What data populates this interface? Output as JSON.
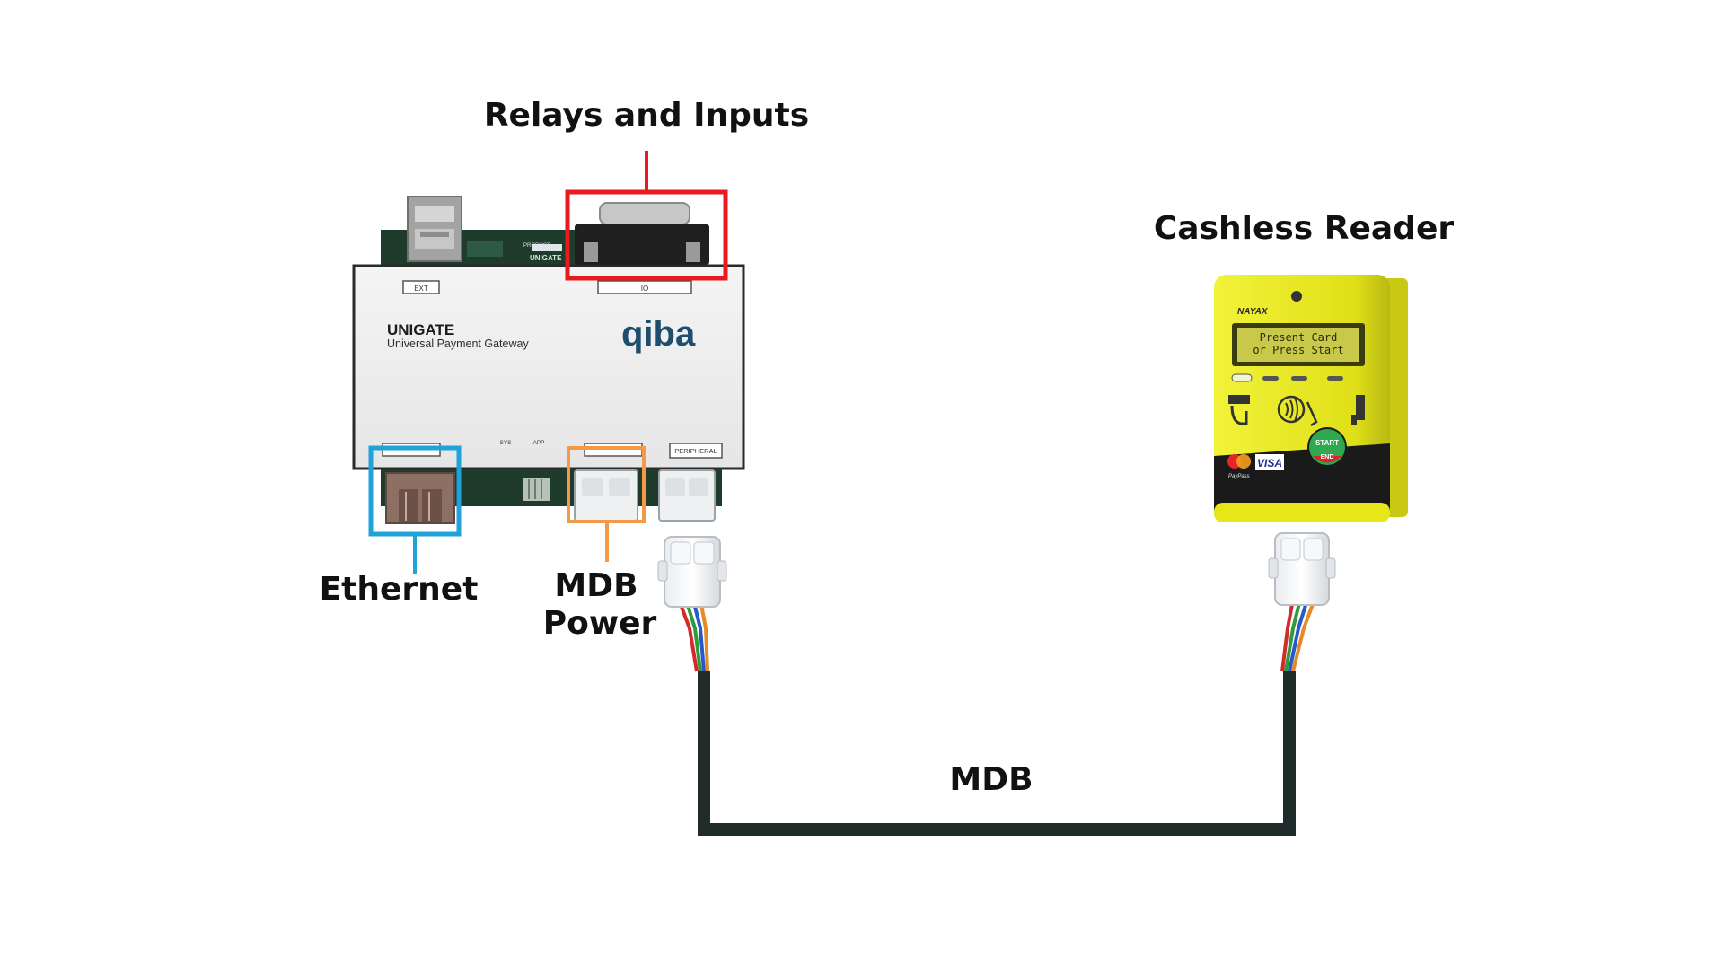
{
  "labels": {
    "relays_inputs": "Relays and Inputs",
    "cashless_reader": "Cashless Reader",
    "ethernet": "Ethernet",
    "mdb_power_line1": "MDB",
    "mdb_power_line2": "Power",
    "mdb_cable": "MDB"
  },
  "gateway": {
    "brand": "qiba",
    "model": "UNIGATE",
    "subtitle": "Universal Payment Gateway",
    "port_ext": "EXT",
    "port_io": "IO",
    "port_peripheral": "PERIPHERAL",
    "led_sys": "SYS",
    "led_app": "APP",
    "pcb_label": "PRODUCT:",
    "pcb_product": "UNIGATE"
  },
  "reader": {
    "brand": "NAYAX",
    "display_line1": "Present Card",
    "display_line2": "or Press Start",
    "start": "START",
    "end": "END",
    "visa": "VISA",
    "paypass": "PayPass"
  },
  "colors": {
    "relays_box": "#e8191f",
    "ethernet_box": "#1fa3d8",
    "mdb_power_box": "#f39a4a",
    "cable": "#1f2c2a",
    "reader_body": "#e6e619"
  }
}
